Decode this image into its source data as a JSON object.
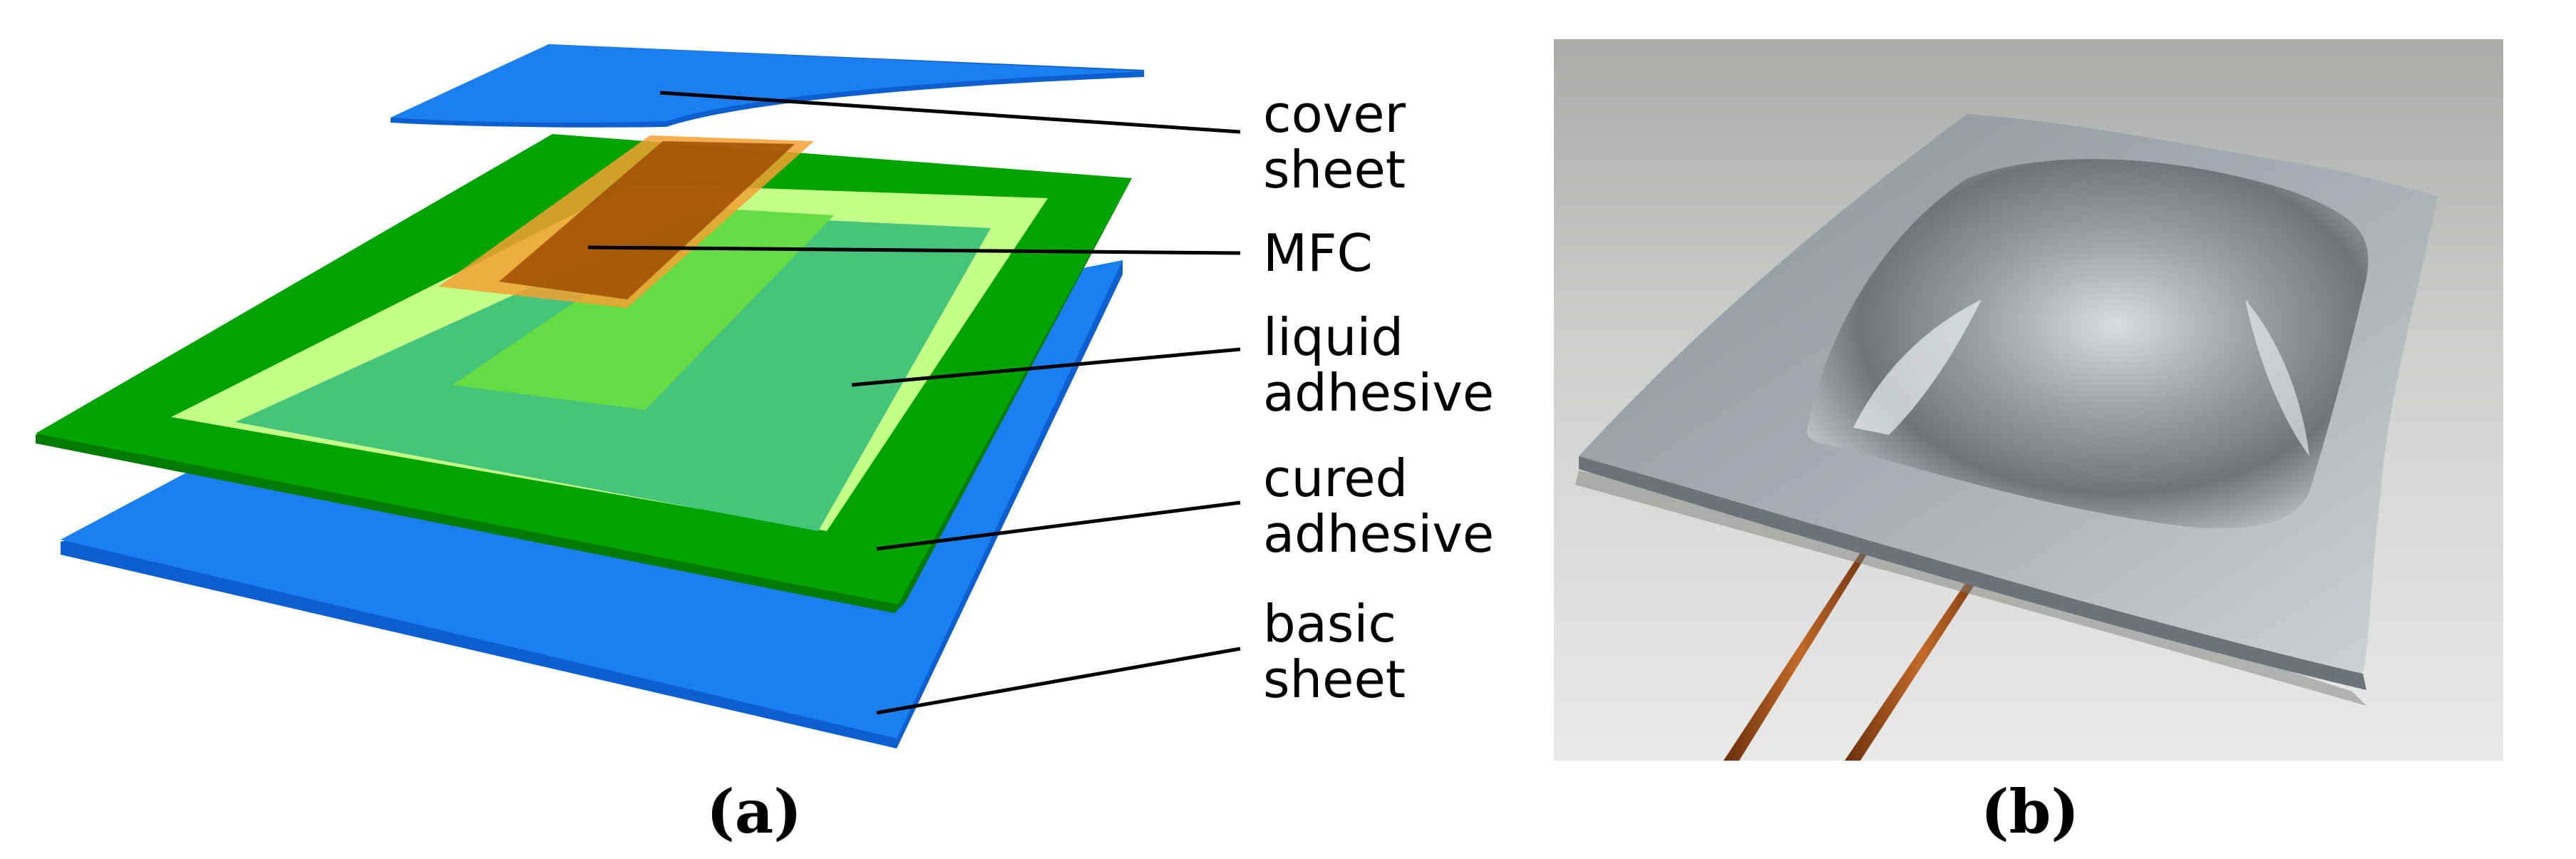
{
  "panel_a": {
    "caption": "(a)",
    "labels": {
      "cover_sheet": [
        "cover",
        "sheet"
      ],
      "mfc": [
        "MFC"
      ],
      "liquid_adhesive": [
        "liquid",
        "adhesive"
      ],
      "cured_adhesive": [
        "cured",
        "adhesive"
      ],
      "basic_sheet": [
        "basic",
        "sheet"
      ]
    },
    "colors": {
      "sheet": "#1a7ff0",
      "sheet_edge": "#0d5fd0",
      "cured_adhesive": "#00a400",
      "cured_adhesive_edge": "#007a00",
      "liquid_outer": "#c4ff8a",
      "liquid_inner": "#45c47a",
      "liquid_patch": "#66dc44",
      "mfc_frame": "#f5a033",
      "mfc_core": "#9e4e00"
    }
  },
  "panel_b": {
    "caption": "(b)",
    "photo": "metal-laminate-sheet-with-dome-and-two-cables"
  }
}
